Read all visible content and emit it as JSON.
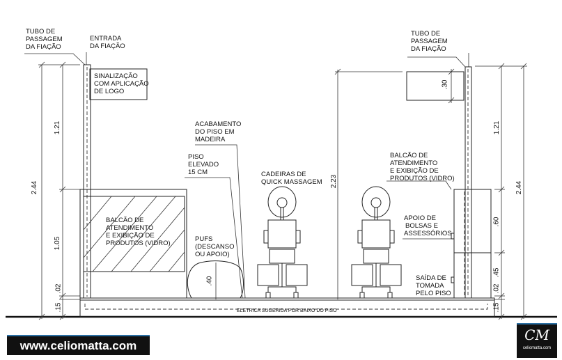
{
  "labels": {
    "tubo_left": [
      "TUBO DE",
      "PASSAGEM",
      "DA FIAÇÃO"
    ],
    "entrada": [
      "ENTRADA",
      "DA FIAÇÃO"
    ],
    "sinalizacao": [
      "SINALIZAÇÃO",
      "COM APLICAÇÃO",
      "DE LOGO"
    ],
    "acabamento": [
      "ACABAMENTO",
      "DO PISO EM",
      "MADEIRA"
    ],
    "piso_elevado": [
      "PISO",
      "ELEVADO",
      "15 CM"
    ],
    "cadeiras": [
      "CADEIRAS DE",
      "QUICK MASSAGEM"
    ],
    "tubo_right": [
      "TUBO DE",
      "PASSAGEM",
      "DA FIAÇÃO"
    ],
    "balcao_right": [
      "BALCÃO DE",
      "ATENDIMENTO",
      "E EXIBIÇÃO DE",
      "PRODUTOS (VIDRO)"
    ],
    "balcao_left": [
      "BALCÃO DE",
      "ATENDIMENTO",
      "E EXIBIÇÃO DE",
      "PRODUTOS (VIDRO)"
    ],
    "pufs": [
      "PUFS",
      "(DESCANSO",
      "OU APOIO)"
    ],
    "apoio": [
      "APOIO DE",
      "BOLSAS E",
      "ASSESSÓRIOS"
    ],
    "saida": [
      "SAÍDA DE",
      "TOMADA",
      "PELO PISO"
    ],
    "eletrica": "ELETRICA SUGERIDA POR BAIXO DO PISO"
  },
  "dimensions": {
    "left_total": "2.44",
    "left_upper": "1.21",
    "left_counter": "1.05",
    "left_gap": ".02",
    "left_floor": ".15",
    "puff_height": ".40",
    "center_height": "2.23",
    "sign_height": ".30",
    "right_upper": "1.21",
    "right_total": "2.44",
    "right_counter_top": ".60",
    "right_counter_bottom": ".45",
    "right_gap": ".02",
    "right_floor": ".15"
  },
  "branding": {
    "url": "www.celiomatta.com",
    "logo_mark": "CM",
    "logo_text": "celiomatta.com"
  }
}
